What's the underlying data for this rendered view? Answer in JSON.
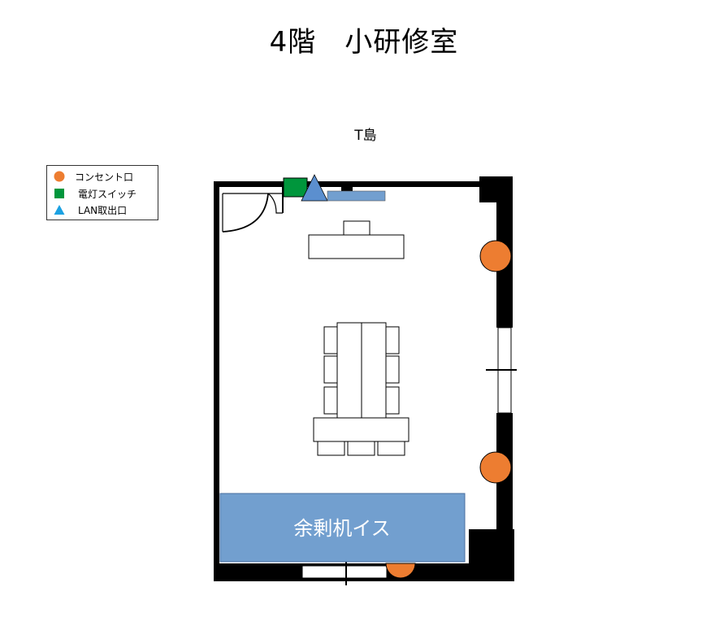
{
  "title": "4階　小研修室",
  "top_label": "T島",
  "legend": {
    "items": [
      {
        "label": "コンセント口",
        "shape": "circle",
        "color": "#ed7d31"
      },
      {
        "label": "電灯スイッチ",
        "shape": "square",
        "color": "#00963c"
      },
      {
        "label": "LAN取出口",
        "shape": "triangle",
        "color": "#1ba1e2"
      }
    ]
  },
  "spare_area": {
    "label": "余剰机イス",
    "color": "#729fcf"
  },
  "colors": {
    "wall": "#000000",
    "outlet": "#ed7d31",
    "switch": "#00963c",
    "lan": "#5b8fcf",
    "shelf": "#729fcf"
  }
}
